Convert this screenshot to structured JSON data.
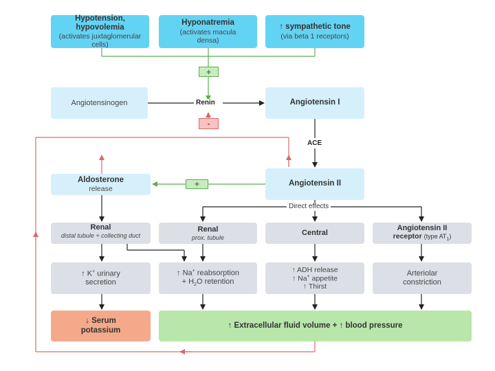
{
  "triggers": {
    "hypotension": {
      "title": "Hypotension, hypovolemia",
      "sub": "(activates juxtaglomerular cells)"
    },
    "hyponatremia": {
      "title": "Hyponatremia",
      "sub": "(activates macula densa)"
    },
    "sympathetic": {
      "title": "↑ sympathetic tone",
      "sub": "(via beta 1 receptors)"
    }
  },
  "signs": {
    "stim_top": "+",
    "inhib": "-",
    "stim_aldo": "+"
  },
  "nodes": {
    "angiotensinogen": "Angiotensinogen",
    "renin": "Renin",
    "angiotensin1": "Angiotensin I",
    "ace": "ACE",
    "angiotensin2": "Angiotensin II",
    "aldosterone": {
      "title": "Aldosterone",
      "sub": "release"
    },
    "direct_effects": "Direct effects"
  },
  "targets": {
    "renal_distal": {
      "title": "Renal",
      "sub": "distal tubule + collecting duct"
    },
    "renal_prox": {
      "title": "Renal",
      "sub": "prox. tubule"
    },
    "central": {
      "title": "Central"
    },
    "at_receptor": {
      "title": "Angiotensin II",
      "sub_main": "receptor",
      "sub_small": "(type AT",
      "subscript": "1",
      "close": ")"
    }
  },
  "effects": {
    "k_secretion": {
      "line1": "↑ K",
      "sup": "+",
      "line1_end": " urinary",
      "line2": "secretion"
    },
    "na_reabsorption": {
      "line1": "↑ Na",
      "sup": "+",
      "line1_end": " reabsorption",
      "line2": "+ H",
      "sub": "2",
      "line2_end": "O retention"
    },
    "central_effects": {
      "line1": "↑ ADH release",
      "line2a": "↑ Na",
      "sup": "+",
      "line2b": " appetite",
      "line3": "↑ Thirst"
    },
    "arteriolar": {
      "line1": "Arteriolar",
      "line2": "constriction"
    }
  },
  "outcomes": {
    "serum_potassium": {
      "line1": "↓ Serum",
      "line2": "potassium"
    },
    "ecf_bp": "↑ Extracellular fluid volume + ↑ blood pressure"
  },
  "colors": {
    "trigger": "#63d3f4",
    "pathway": "#d6f0fb",
    "effect": "#dcdfe5",
    "potassium": "#f4a98b",
    "outcome": "#b9e6ab",
    "stimulate": "#5caf4f",
    "inhibit": "#d96a6a",
    "arrow": "#222222"
  }
}
